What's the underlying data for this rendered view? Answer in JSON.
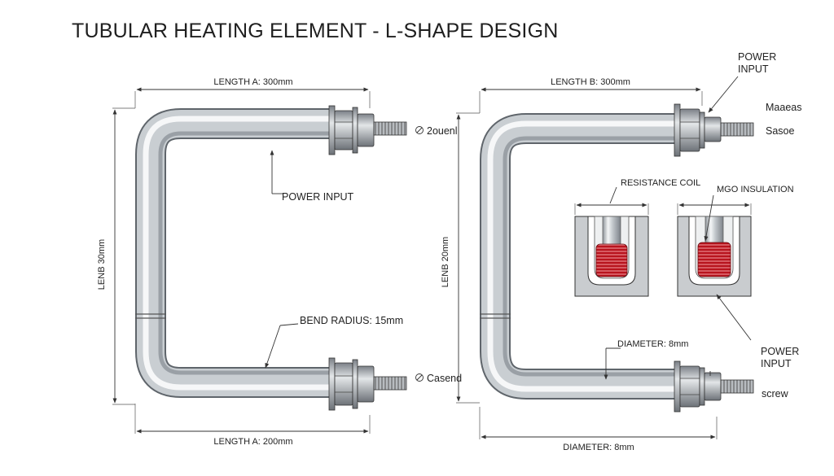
{
  "title": "TUBULAR HEATING ELEMENT - L-SHAPE DESIGN",
  "left_diagram": {
    "top_dim": "LENGTH A: 300mm",
    "bottom_dim": "LENGTH A: 200mm",
    "side_dim": "LENB 30mm",
    "callout_power": "POWER INPUT",
    "callout_bend": "BEND RADIUS: 15mm",
    "tag_top": "2ouenl",
    "tag_bottom": "Casend"
  },
  "right_diagram": {
    "top_dim": "LENGTH B: 300mm",
    "bottom_dim": "DIAMETER: 8mm",
    "side_dim": "LENB 20mm",
    "power_top_line1": "POWER",
    "power_top_line2": "INPUT",
    "tag_top": "Maaeas",
    "tag_top2": "Sasoe",
    "coil": "RESISTANCE COIL",
    "insulation": "MGO INSULATION",
    "diameter_callout": "DIAMETER: 8mm",
    "power_right_line1": "POWER",
    "power_right_line2": "INPUT",
    "screw": "screw"
  },
  "colors": {
    "coil": "#c0202a",
    "tube": "#c9cdd1",
    "line": "#333333"
  }
}
